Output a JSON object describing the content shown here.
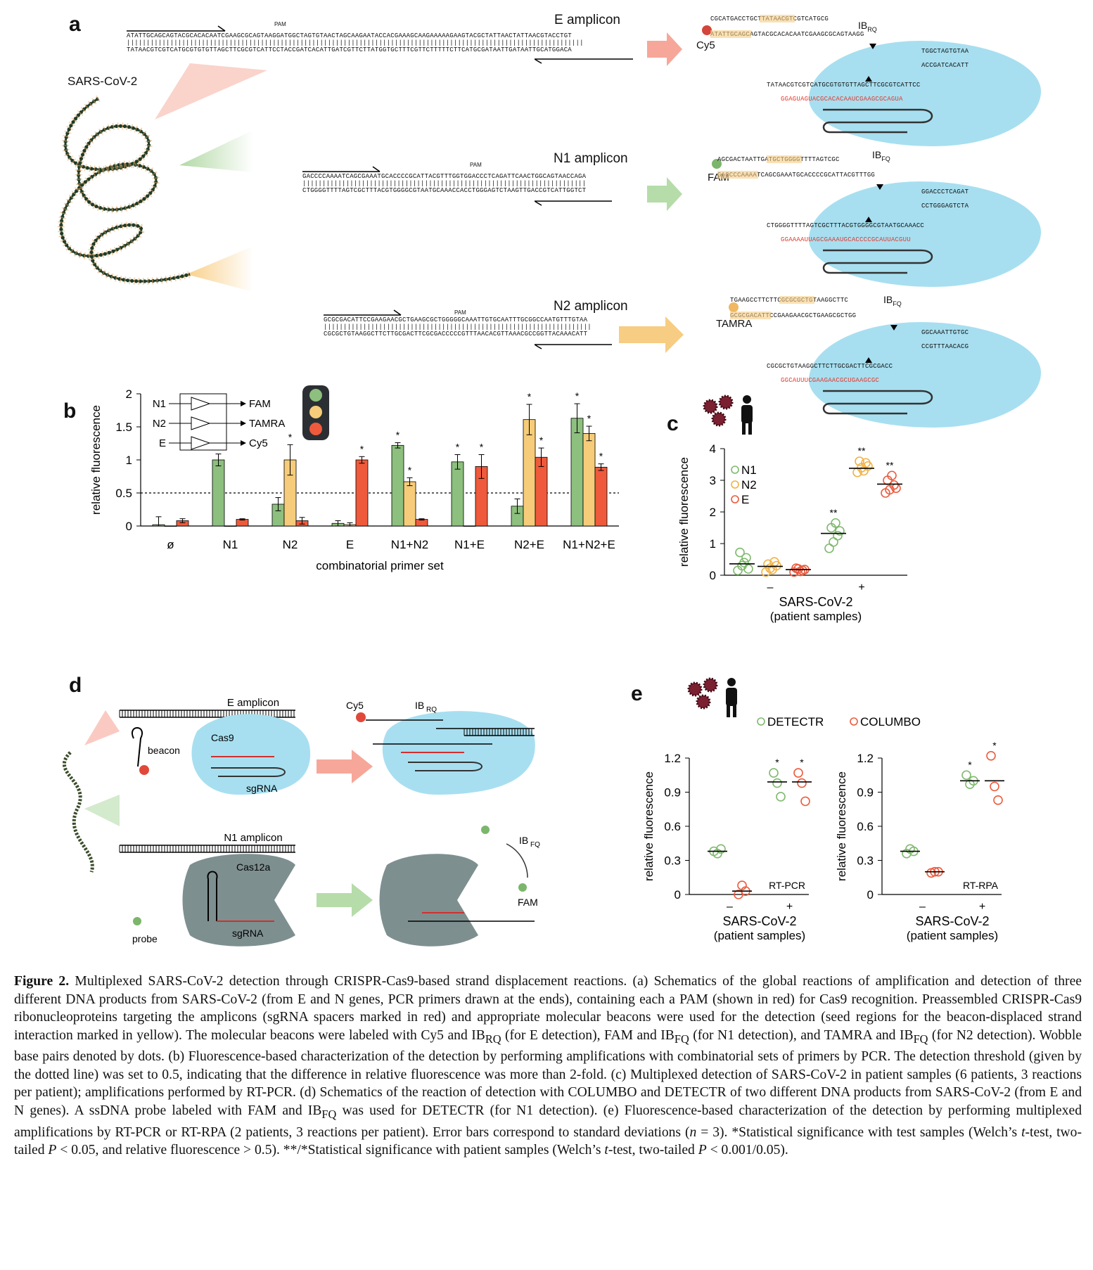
{
  "panel_a": {
    "label": "a",
    "virus_label": "SARS-CoV-2",
    "pam_label": "PAM",
    "amplicons": [
      {
        "title": "E amplicon",
        "top_seq": "ATATTGCAGCAGTACGCACACAATCGAAGCGCAGTAAGGATGGCTAGTGTAACTAGCAAGAATACCACGAAAGCAAGAAAAAGAAGTACGCTATTAACTATTAACGTACCTGT",
        "pipes": "||||||||||||||||||||||||||||||||||||||||||||||||||||||||||||||||||||||||||||||||||||||||||||||||||||||||||||||||||||",
        "bottom_seq": "TATAACGTCGTCATGCGTGTGTTAGCTTCGCGTCATTCCTACCGATCACATTGATCGTTCTTATGGTGCTTTCGTTCTTTTTCTTCATGCGATAATTGATAATTGCATGGACA",
        "dye": "Cy5",
        "quencher": "IB",
        "quencher_sub": "RQ",
        "beacon_seq": "CGCATGACCTGCTTATAACGTCGTCATGCG",
        "displaced_top": "ATATTGCAGCAGTACGCACACAATCGAAGCGCAGTAAGG",
        "right_top": "TGGCTAGTGTAA",
        "right_bottom": "ACCGATCACATT",
        "bottom_strand": "TATAACGTCGTCATGCGTGTGTTAGCTTCGCGTCATTCC",
        "sgrna": "GGAGUAGUACGCACACAAUCGAAGCGCAGUA"
      },
      {
        "title": "N1 amplicon",
        "top_seq": "GACCCCAAAATCAGCGAAATGCACCCCGCATTACGTTTGGTGGACCCTCAGATTCAACTGGCAGTAACCAGA",
        "pipes": "||||||||||||||||||||||||||||||||||||||||||||||||||||||||||||||||||||||||",
        "bottom_seq": "CTGGGGTTTTAGTCGCTTTACGTGGGGCGTAATGCAAACCACCTGGGAGTCTAAGTTGACCGTCATTGGTCT",
        "dye": "FAM",
        "quencher": "IB",
        "quencher_sub": "FQ",
        "beacon_seq": "AGCGACTAATTGATGCTGGGGTTTTAGTCGC",
        "displaced_top": "GACCCCAAAATCAGCGAAATGCACCCCGCATTACGTTTGG",
        "right_top": "GGACCCTCAGAT",
        "right_bottom": "CCTGGGAGTCTA",
        "bottom_strand": "CTGGGGTTTTAGTCGCTTTACGTGGGGCGTAATGCAAACC",
        "sgrna": "GGAAAAUUAGCGAAAUGCACCCCGCAUUACGUU"
      },
      {
        "title": "N2 amplicon",
        "top_seq": "GCGCGACATTCCGAAGAACGCTGAAGCGCTGGGGGCAAATTGTGCAATTTGCGGCCAATGTTTGTAA",
        "pipes": "||||||||||||||||||||||||||||||||||||||||||||||||||||||||||||||||||||",
        "bottom_seq": "CGCGCTGTAAGGCTTCTTGCGACTTCGCGACCCCCGTTTAACACGTTAAACGCCGGTTACAAACATT",
        "dye": "TAMRA",
        "quencher": "IB",
        "quencher_sub": "FQ",
        "beacon_seq": "TGAAGCCTTCTTCGCGCGCTGTAAGGCTTC",
        "displaced_top": "GCGCGACATTCCGAAGAACGCTGAAGCGCTGG",
        "right_top": "GGCAAATTGTGC",
        "right_bottom": "CCGTTTAACACG",
        "bottom_strand": "CGCGCTGTAAGGCTTCTTGCGACTTCGCGACC",
        "sgrna": "GGCAUUUCGAAGAACGCUGAAGCGC"
      }
    ]
  },
  "panel_b": {
    "label": "b",
    "logic": {
      "inputs": [
        "N1",
        "N2",
        "E"
      ],
      "outputs": [
        "FAM",
        "TAMRA",
        "Cy5"
      ]
    },
    "colors": {
      "green": "#8dbf7e",
      "yellow": "#f6cc7a",
      "red": "#ef5a3c"
    },
    "chart_data": {
      "type": "bar",
      "xlabel": "combinatorial primer set",
      "ylabel": "relative fluorescence",
      "ylim": [
        0,
        2
      ],
      "yticks": [
        "0",
        "0.5",
        "1",
        "1.5",
        "2"
      ],
      "threshold": 0.5,
      "categories": [
        "ø",
        "N1",
        "N2",
        "E",
        "N1+N2",
        "N1+E",
        "N2+E",
        "N1+N2+E"
      ],
      "series": [
        {
          "color": "green",
          "values": [
            0.02,
            1.0,
            0.33,
            0.04,
            1.22,
            0.97,
            0.3,
            1.63
          ],
          "errors": [
            0.12,
            0.09,
            0.1,
            0.04,
            0.04,
            0.11,
            0.11,
            0.22
          ],
          "sig": [
            false,
            true,
            false,
            false,
            true,
            true,
            false,
            true
          ]
        },
        {
          "color": "yellow",
          "values": [
            0.0,
            0.0,
            1.0,
            0.02,
            0.67,
            0.0,
            1.61,
            1.4
          ],
          "errors": [
            0.0,
            0.0,
            0.23,
            0.03,
            0.06,
            0.0,
            0.23,
            0.11
          ],
          "sig": [
            false,
            false,
            true,
            false,
            true,
            false,
            true,
            true
          ]
        },
        {
          "color": "red",
          "values": [
            0.08,
            0.1,
            0.08,
            1.0,
            0.1,
            0.9,
            1.04,
            0.89
          ],
          "errors": [
            0.03,
            0.01,
            0.05,
            0.05,
            0.01,
            0.18,
            0.14,
            0.05
          ],
          "sig": [
            false,
            false,
            false,
            true,
            false,
            true,
            true,
            true
          ]
        }
      ]
    }
  },
  "panel_c": {
    "label": "c",
    "chart_data": {
      "type": "scatter",
      "ylabel": "relative fluorescence",
      "ylim": [
        0,
        4
      ],
      "yticks": [
        "0",
        "1",
        "2",
        "3",
        "4"
      ],
      "xticks": [
        "–",
        "+"
      ],
      "xlabel_line1": "SARS-CoV-2",
      "xlabel_line2": "(patient samples)",
      "legend": [
        "N1",
        "N2",
        "E"
      ],
      "groups": [
        {
          "series": "N1",
          "color": "green",
          "cond": "-",
          "values": [
            0.15,
            0.3,
            0.55,
            0.72,
            0.4,
            0.2
          ],
          "mean": 0.36,
          "sig": ""
        },
        {
          "series": "N2",
          "color": "yellow",
          "cond": "-",
          "values": [
            0.1,
            0.22,
            0.42,
            0.35,
            0.18,
            0.3
          ],
          "mean": 0.28,
          "sig": ""
        },
        {
          "series": "E",
          "color": "red",
          "cond": "-",
          "values": [
            0.1,
            0.2,
            0.15,
            0.22,
            0.12,
            0.18
          ],
          "mean": 0.18,
          "sig": ""
        },
        {
          "series": "N1",
          "color": "green",
          "cond": "+",
          "values": [
            0.85,
            1.05,
            1.25,
            1.5,
            1.65,
            1.4
          ],
          "mean": 1.32,
          "sig": "**"
        },
        {
          "series": "N2",
          "color": "yellow",
          "cond": "+",
          "values": [
            3.25,
            3.4,
            3.55,
            3.6,
            3.3,
            3.45
          ],
          "mean": 3.38,
          "sig": "**"
        },
        {
          "series": "E",
          "color": "red",
          "cond": "+",
          "values": [
            2.6,
            2.7,
            2.85,
            3.0,
            3.15,
            2.75
          ],
          "mean": 2.88,
          "sig": "**"
        }
      ]
    }
  },
  "panel_d": {
    "label": "d",
    "e_amplicon": "E amplicon",
    "n1_amplicon": "N1 amplicon",
    "beacon": "beacon",
    "cas9": "Cas9",
    "sgrna": "sgRNA",
    "cy5": "Cy5",
    "ib": "IB",
    "ib_rq": "RQ",
    "ib_fq": "FQ",
    "probe": "probe",
    "cas12a": "Cas12a",
    "fam": "FAM"
  },
  "panel_e": {
    "label": "e",
    "legend": [
      "DETECTR",
      "COLUMBO"
    ],
    "chart_data": [
      {
        "type": "scatter",
        "ylabel": "relative fluorescence",
        "ylim": [
          0,
          1.2
        ],
        "yticks": [
          "0",
          "0.3",
          "0.6",
          "0.9",
          "1.2"
        ],
        "xticks": [
          "–",
          "+"
        ],
        "xlabel_line1": "SARS-CoV-2",
        "xlabel_line2": "(patient samples)",
        "method": "RT-PCR",
        "groups": [
          {
            "series": "DETECTR",
            "color": "green",
            "cond": "-",
            "values": [
              0.38,
              0.36,
              0.4
            ],
            "mean": 0.38,
            "sig": ""
          },
          {
            "series": "COLUMBO",
            "color": "red",
            "cond": "-",
            "values": [
              0.0,
              0.08,
              0.03
            ],
            "mean": 0.03,
            "sig": ""
          },
          {
            "series": "DETECTR",
            "color": "green",
            "cond": "+",
            "values": [
              1.07,
              0.98,
              0.86
            ],
            "mean": 0.99,
            "sig": "*"
          },
          {
            "series": "COLUMBO",
            "color": "red",
            "cond": "+",
            "values": [
              1.07,
              0.98,
              0.82
            ],
            "mean": 0.99,
            "sig": "*"
          }
        ]
      },
      {
        "type": "scatter",
        "ylabel": "relative fluorescence",
        "ylim": [
          0,
          1.2
        ],
        "yticks": [
          "0",
          "0.3",
          "0.6",
          "0.9",
          "1.2"
        ],
        "xticks": [
          "–",
          "+"
        ],
        "xlabel_line1": "SARS-CoV-2",
        "xlabel_line2": "(patient samples)",
        "method": "RT-RPA",
        "groups": [
          {
            "series": "DETECTR",
            "color": "green",
            "cond": "-",
            "values": [
              0.36,
              0.4,
              0.38
            ],
            "mean": 0.38,
            "sig": ""
          },
          {
            "series": "COLUMBO",
            "color": "red",
            "cond": "-",
            "values": [
              0.19,
              0.2,
              0.2
            ],
            "mean": 0.2,
            "sig": ""
          },
          {
            "series": "DETECTR",
            "color": "green",
            "cond": "+",
            "values": [
              1.05,
              0.97,
              1.0
            ],
            "mean": 1.0,
            "sig": "*"
          },
          {
            "series": "COLUMBO",
            "color": "red",
            "cond": "+",
            "values": [
              1.22,
              0.95,
              0.83
            ],
            "mean": 1.0,
            "sig": "*"
          }
        ]
      }
    ]
  },
  "caption": {
    "fig": "Figure 2.",
    "p1": " Multiplexed SARS-CoV-2 detection through CRISPR-Cas9-based strand displacement reactions. (a) Schematics of the global reactions of amplification and detection of three different DNA products from SARS-CoV-2 (from E and N genes, PCR primers drawn at the ends), containing each a PAM (shown in red) for Cas9 recognition. Preassembled CRISPR-Cas9 ribonucleoproteins targeting the amplicons (sgRNA spacers marked in red) and appropriate molecular beacons were used for the detection (seed regions for the beacon-displaced strand interaction marked in yellow). The molecular beacons were labeled with Cy5 and IB",
    "s1": "RQ",
    "p2": " (for E detection), FAM and IB",
    "s2": "FQ",
    "p3": " (for N1 detection), and TAMRA and IB",
    "s3": "FQ",
    "p4": " (for N2 detection). Wobble base pairs denoted by dots. (b) Fluorescence-based characterization of the detection by performing amplifications with combinatorial sets of primers by PCR. The detection threshold (given by the dotted line) was set to 0.5, indicating that the difference in relative fluorescence was more than 2-fold. (c) Multiplexed detection of SARS-CoV-2 in patient samples (6 patients, 3 reactions per patient); amplifications performed by RT-PCR. (d) Schematics of the reaction of detection with COLUMBO and DETECTR of two different DNA products from SARS-CoV-2 (from E and N genes). A ssDNA probe labeled with FAM and IB",
    "s4": "FQ",
    "p5": " was used for DETECTR (for N1 detection). (e) Fluorescence-based characterization of the detection by performing multiplexed amplifications by RT-PCR or RT-RPA (2 patients, 3 reactions per patient). Error bars correspond to standard deviations (",
    "n": "n",
    "p6": " = 3). *Statistical significance with test samples (Welch’s ",
    "t1": "t",
    "p7": "-test, two-tailed ",
    "P1": "P",
    "p8": " < 0.05, and relative fluorescence > 0.5). **/*Statistical significance with patient samples (Welch’s ",
    "t2": "t",
    "p9": "-test, two-tailed ",
    "P2": "P",
    "p10": " < 0.001/0.05)."
  }
}
